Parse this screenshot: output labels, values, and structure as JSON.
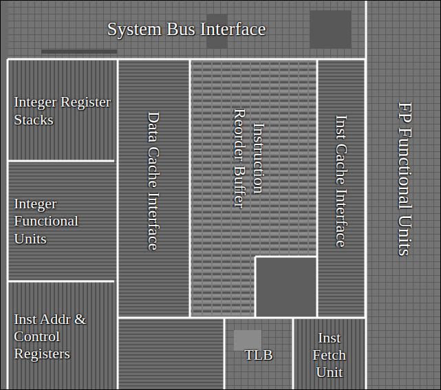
{
  "diagram": {
    "nodes": [
      {
        "text": [
          "System Bus Interface"
        ]
      },
      {
        "text": [
          "Integer Register Stacks"
        ]
      },
      {
        "text": [
          "Integer Functional Units"
        ]
      },
      {
        "text": [
          "Inst Addr & Control Registers"
        ]
      },
      {
        "text": [
          "Data Cache Interface"
        ]
      },
      {
        "text": [
          "Instruction Reorder Buffer"
        ]
      },
      {
        "text": [
          "Inst Cache Interface"
        ]
      },
      {
        "text": [
          "FP Functional Units"
        ]
      },
      {
        "text": [
          "TLB"
        ]
      },
      {
        "text": [
          "Inst Fetch Unit"
        ]
      }
    ]
  }
}
